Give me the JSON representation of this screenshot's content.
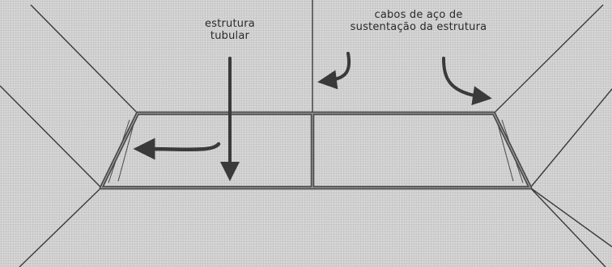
{
  "labels": {
    "tubular_structure": [
      "estrutura",
      "tubular"
    ],
    "support_cables": [
      "cabos de aço de",
      "sustentação da estrutura"
    ]
  },
  "colors": {
    "background": "#d4d4d4",
    "line": "#3a3a3a",
    "frame": "#4a4a4a",
    "text": "#2a2a2a"
  }
}
